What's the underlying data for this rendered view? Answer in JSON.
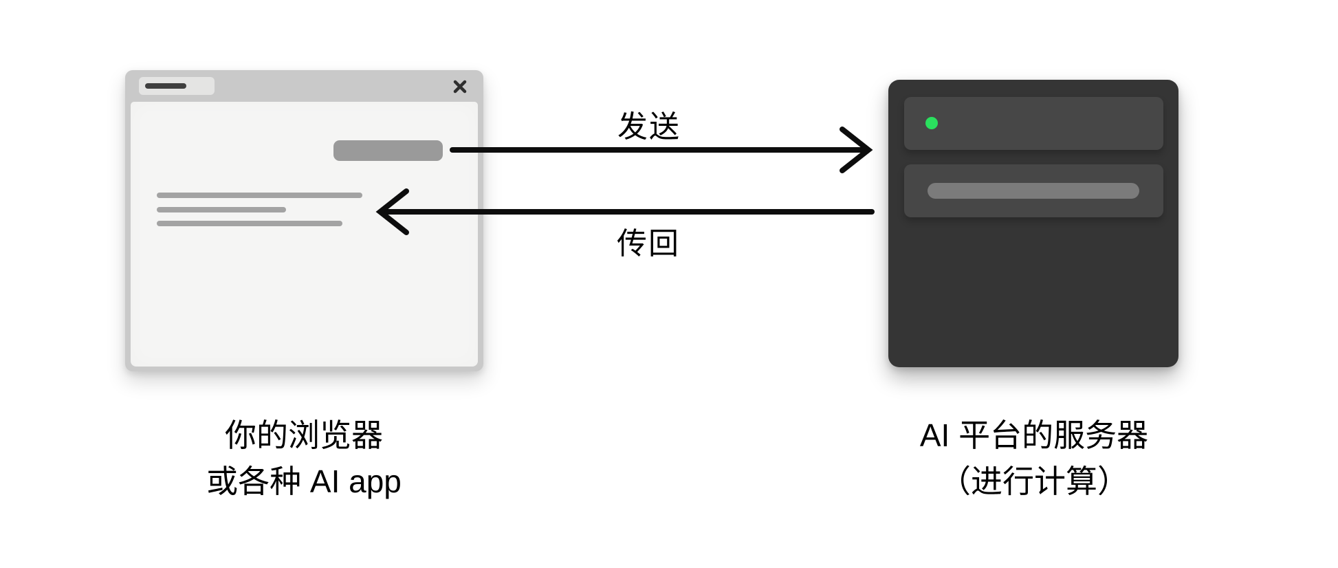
{
  "flow": {
    "send_label": "发送",
    "return_label": "传回"
  },
  "browser": {
    "close_icon": "x-close",
    "caption_line1": "你的浏览器",
    "caption_line2": "或各种 AI app"
  },
  "server": {
    "status_icon": "green-status-dot",
    "caption_line1": "AI 平台的服务器",
    "caption_line2": "（进行计算）"
  },
  "colors": {
    "background": "#ffffff",
    "browser_frame": "#c9c9c9",
    "browser_tab": "#e4e4e3",
    "browser_content": "#f5f5f4",
    "placeholder_gray": "#a3a3a3",
    "bubble_gray": "#9a9a9a",
    "server_body": "#353535",
    "server_panel": "#474747",
    "server_bar": "#7b7b7b",
    "status_green": "#2ae05e",
    "arrow_black": "#0d0d0d"
  }
}
